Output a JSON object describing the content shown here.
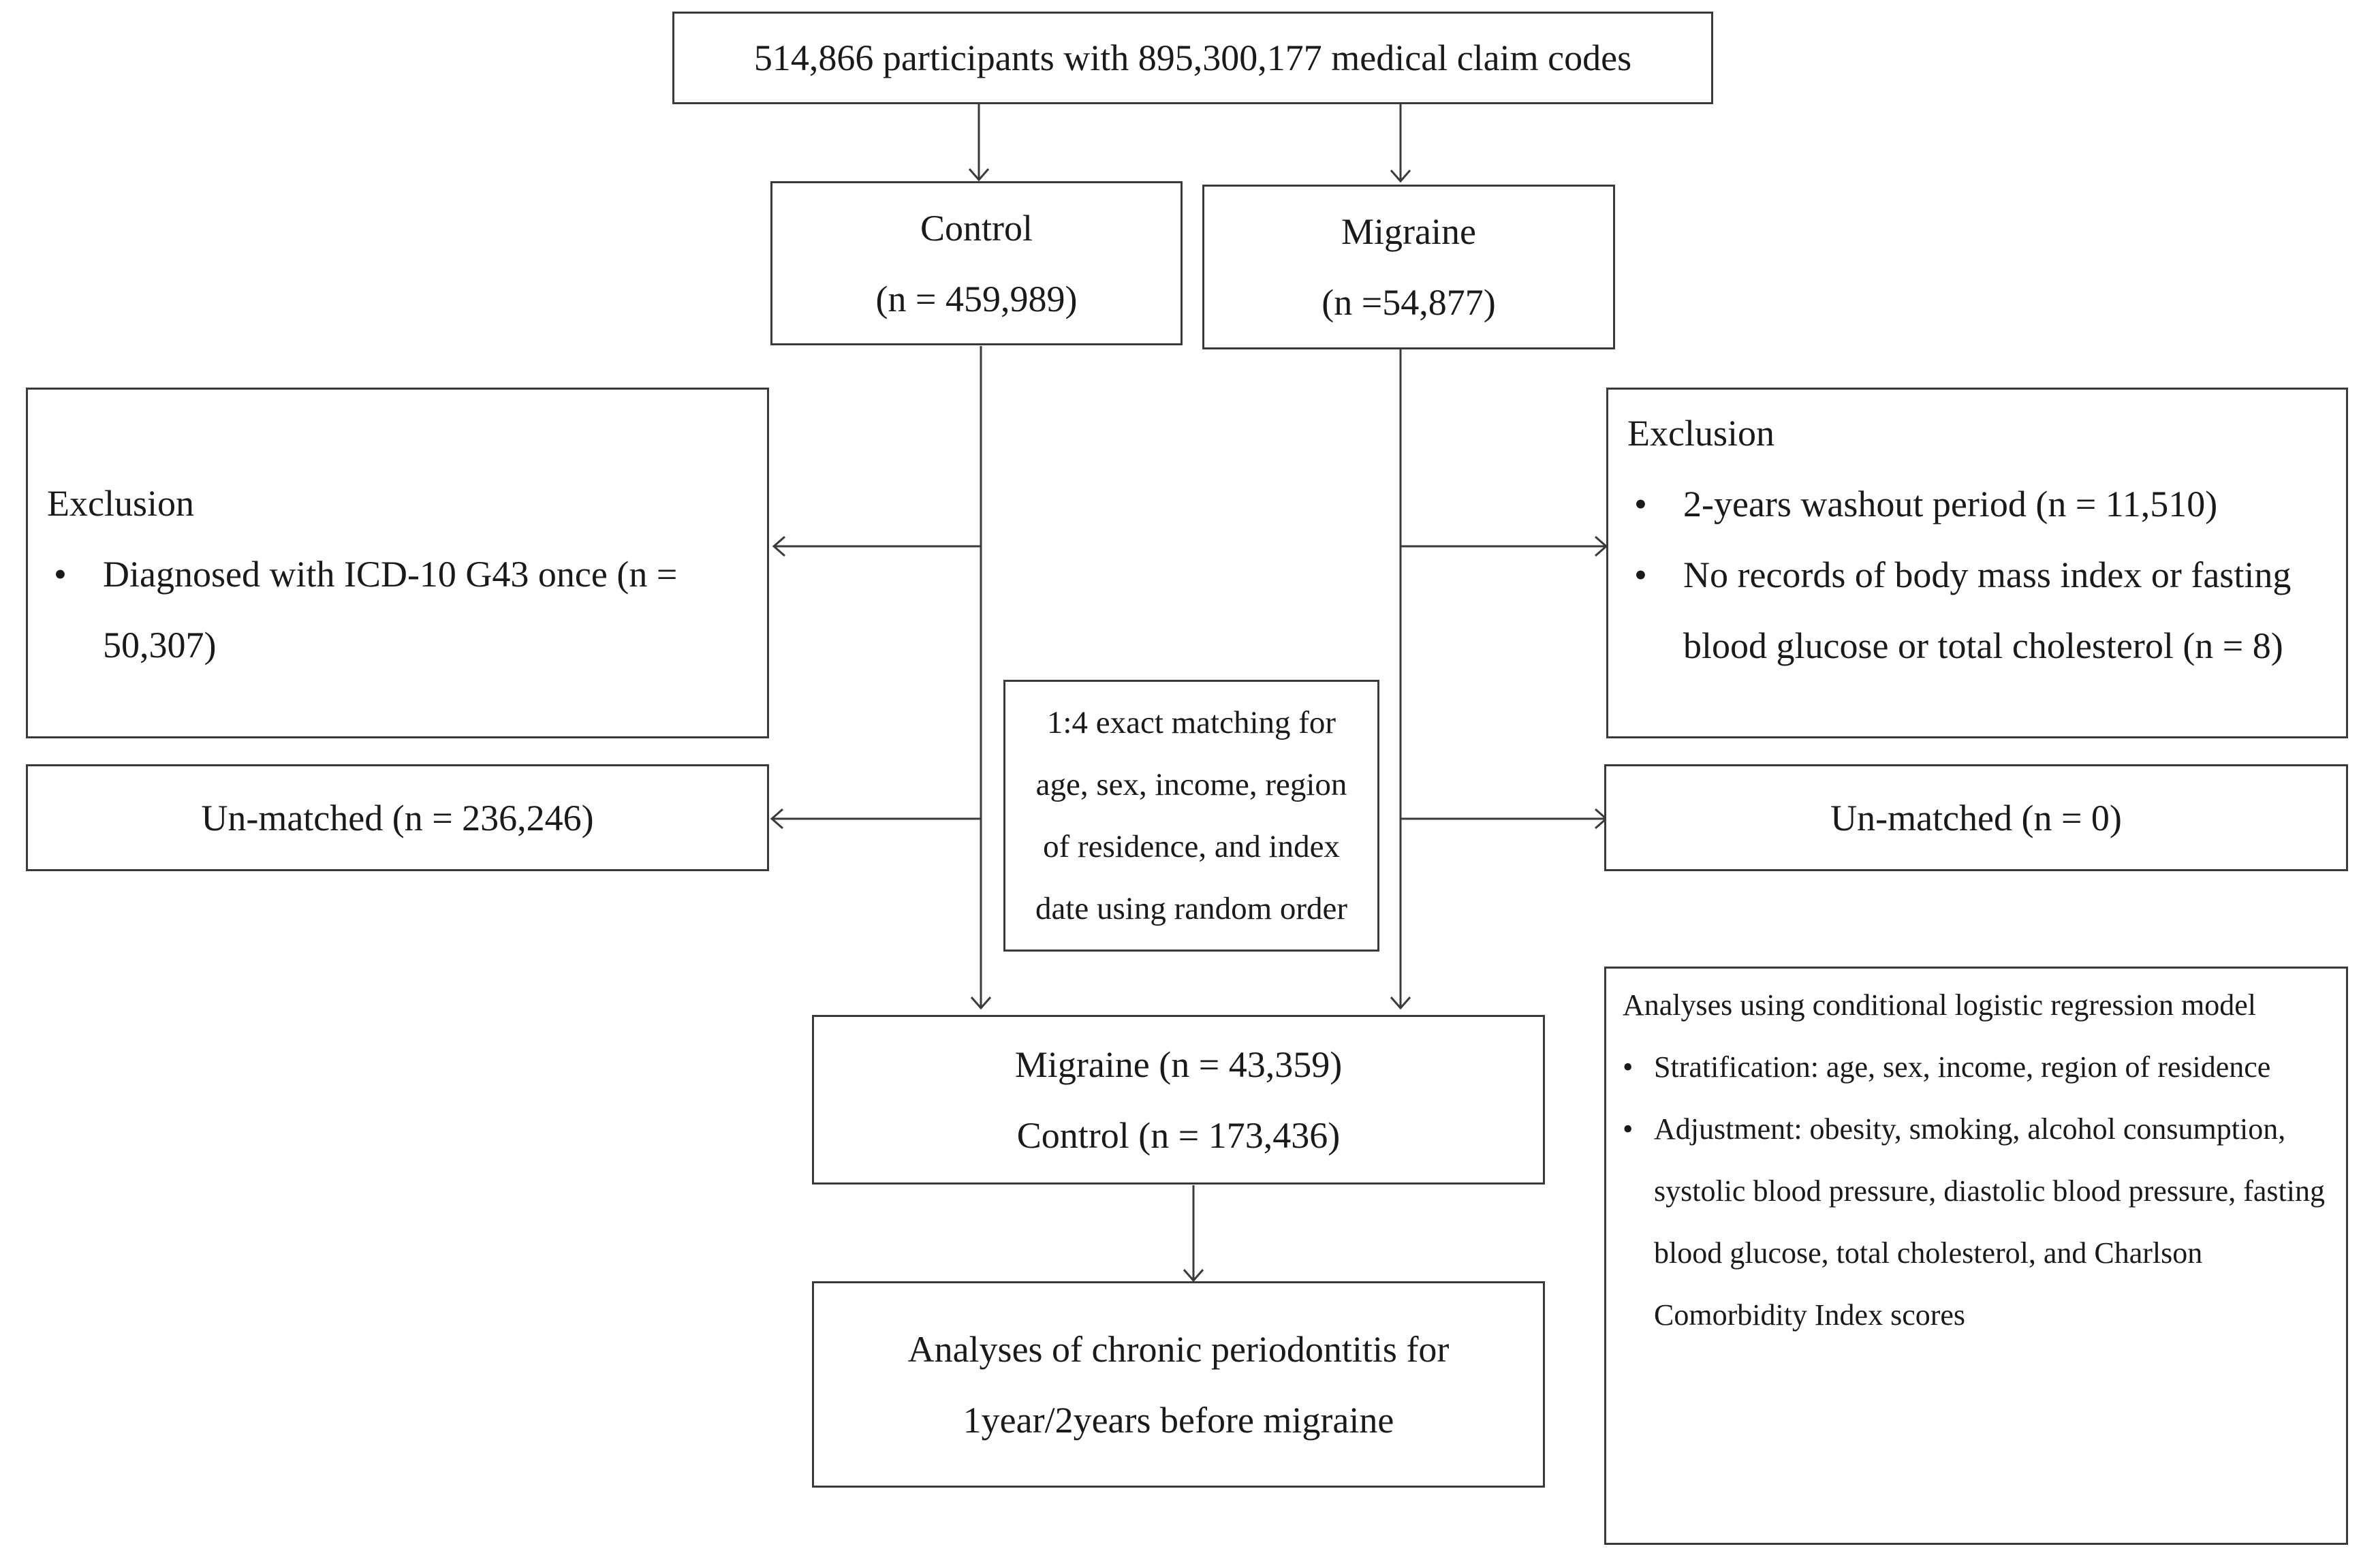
{
  "top": {
    "text": "514,866 participants with 895,300,177 medical claim codes"
  },
  "control": {
    "title": "Control",
    "n": "(n = 459,989)"
  },
  "migraine": {
    "title": "Migraine",
    "n": "(n =54,877)"
  },
  "exclusion_left": {
    "title": "Exclusion",
    "items": [
      "Diagnosed with ICD-10 G43 once (n = 50,307)"
    ]
  },
  "exclusion_right": {
    "title": "Exclusion",
    "items": [
      "2-years washout period (n = 11,510)",
      "No records of body mass index or fasting blood glucose or total cholesterol (n = 8)"
    ]
  },
  "unmatched_left": {
    "text": "Un-matched (n = 236,246)"
  },
  "unmatched_right": {
    "text": "Un-matched (n = 0)"
  },
  "matching": {
    "text": "1:4 exact matching for age, sex, income, region of residence, and index date using random order"
  },
  "matched": {
    "line1": "Migraine (n = 43,359)",
    "line2": "Control (n = 173,436)"
  },
  "analysis": {
    "text": "Analyses of  chronic periodontitis for 1year/2years before migraine"
  },
  "model": {
    "title": "Analyses using conditional logistic regression model",
    "items": [
      "Stratification: age, sex, income, region of residence",
      "Adjustment: obesity, smoking, alcohol consumption, systolic blood pressure, diastolic blood pressure, fasting blood glucose, total cholesterol, and Charlson Comorbidity Index scores"
    ]
  }
}
